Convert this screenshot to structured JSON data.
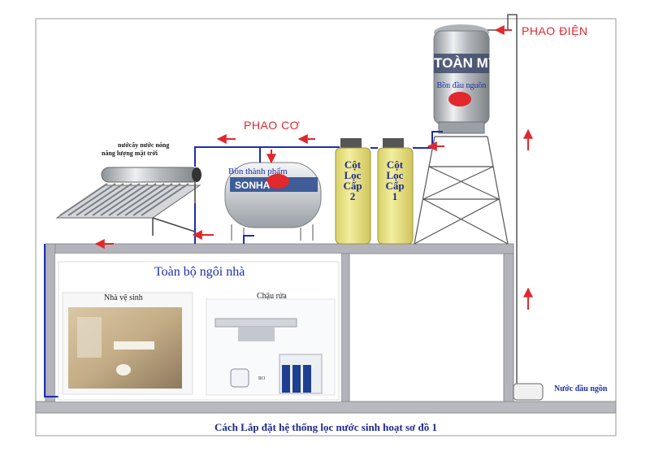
{
  "labels": {
    "phao_dien": "PHAO ĐIỆN",
    "phao_co": "PHAO CƠ",
    "solar_line1": "nướcây nước nóng",
    "solar_line2": "năng lượng mặt trời",
    "tank_top_brand": "TOÀN MỸ",
    "tank_top_label": "Bồn đầu nguồn",
    "tank_mid_label": "Bồn thành phẩm",
    "tank_mid_brand": "SONHA",
    "filter2": [
      "Cột",
      "Lọc",
      "Cấp",
      "2"
    ],
    "filter1": [
      "Cột",
      "Lọc",
      "Cấp",
      "1"
    ],
    "house": "Toàn bộ ngôi nhà",
    "bathroom": "Nhà vệ sinh",
    "sink": "Chậu rửa",
    "ro_text": "RO",
    "source_water": "Nước đầu ngồn",
    "caption": "Cách Lắp đặt hệ thống lọc nước sinh hoạt sơ đồ 1"
  },
  "colors": {
    "pipe_blue": "#1c2fae",
    "pipe_red": "#e0282d",
    "house_gray": "#a9a9b2",
    "filter_yellow": "#ede58a",
    "steel": "#c9ccd0"
  }
}
